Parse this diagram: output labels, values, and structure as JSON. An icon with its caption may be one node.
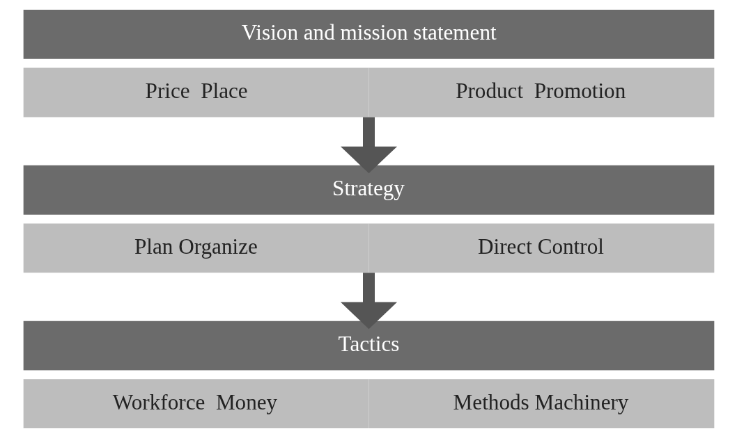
{
  "diagram": {
    "nodes": [
      {
        "text": [
          "Vision and mission statement"
        ]
      },
      {
        "text": [
          "Price  Place",
          "Product  Promotion"
        ]
      },
      {
        "text": [
          "Strategy"
        ]
      },
      {
        "text": [
          "Plan Organize",
          "Direct Control"
        ]
      },
      {
        "text": [
          "Tactics"
        ]
      },
      {
        "text": [
          "Workforce  Money",
          "Methods Machinery"
        ]
      }
    ],
    "edges": [
      {
        "from": 1,
        "to": 2,
        "arrow": "to"
      },
      {
        "from": 3,
        "to": 4,
        "arrow": "to"
      }
    ]
  }
}
